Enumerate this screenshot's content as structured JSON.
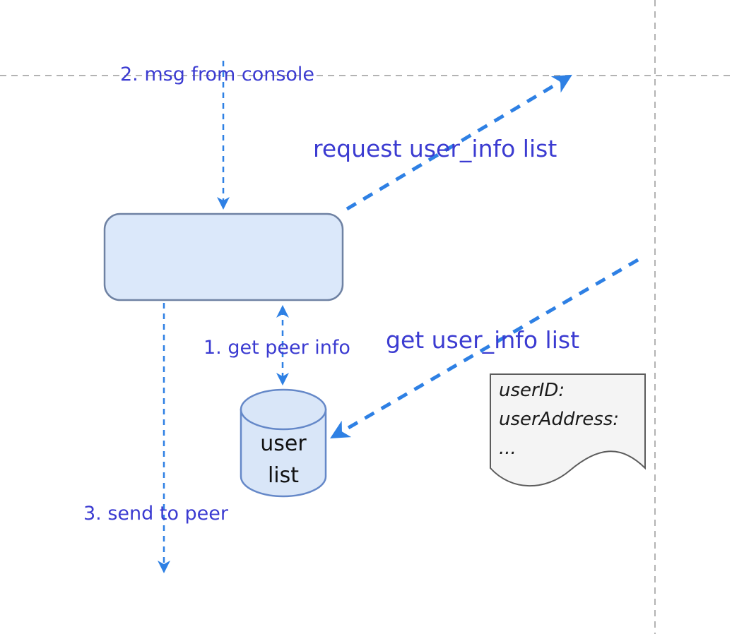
{
  "diagram": {
    "labels": {
      "step2": "2. msg from console",
      "step1": "1. get peer info",
      "step3": "3. send to peer",
      "request_list": "request user_info list",
      "get_list": "get user_info list"
    },
    "process_box": {
      "label": ""
    },
    "database": {
      "label": "user\nlist"
    },
    "document": {
      "lines": [
        "userID:",
        "userAddress:",
        "..."
      ]
    },
    "colors": {
      "label_blue": "#3b3bd1",
      "arrow_blue": "#2e80e4",
      "guide_gray": "#b3b3b3",
      "box_fill": "#dbe8fa",
      "box_border": "#6f82a3",
      "db_fill": "#d9e6f8",
      "db_border": "#6588c8",
      "doc_fill": "#f4f4f4",
      "doc_border": "#5c5c5c",
      "db_text": "#111111",
      "doc_text": "#1a1a1a"
    }
  }
}
